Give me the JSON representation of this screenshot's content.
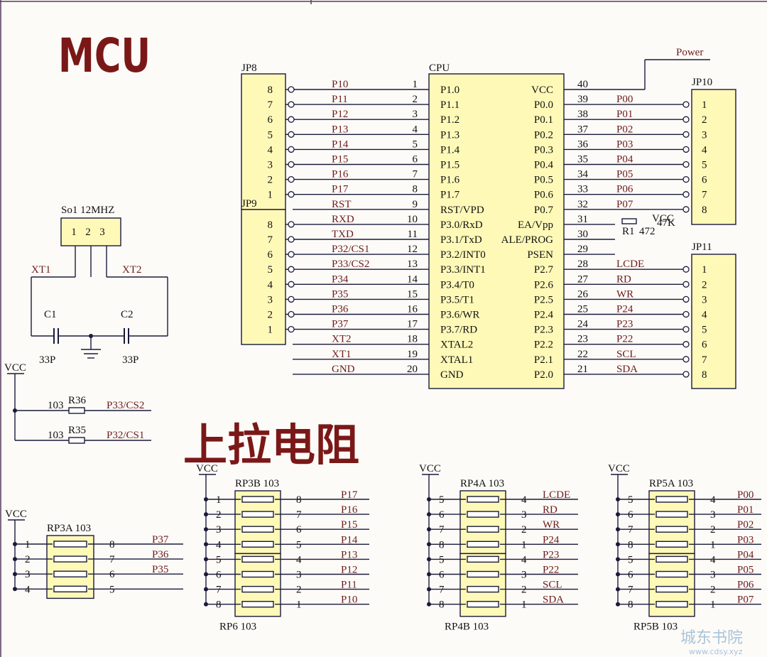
{
  "titles": {
    "mcu": "MCU",
    "pullup": "上拉电阻"
  },
  "cpu": {
    "label": "CPU",
    "left_pins": [
      {
        "num": "1",
        "name": "P1.0",
        "net": "P10"
      },
      {
        "num": "2",
        "name": "P1.1",
        "net": "P11"
      },
      {
        "num": "3",
        "name": "P1.2",
        "net": "P12"
      },
      {
        "num": "4",
        "name": "P1.3",
        "net": "P13"
      },
      {
        "num": "5",
        "name": "P1.4",
        "net": "P14"
      },
      {
        "num": "6",
        "name": "P1.5",
        "net": "P15"
      },
      {
        "num": "7",
        "name": "P1.6",
        "net": "P16"
      },
      {
        "num": "8",
        "name": "P1.7",
        "net": "P17"
      },
      {
        "num": "9",
        "name": "RST/VPD",
        "net": "RST"
      },
      {
        "num": "10",
        "name": "P3.0/RxD",
        "net": "RXD"
      },
      {
        "num": "11",
        "name": "P3.1/TxD",
        "net": "TXD"
      },
      {
        "num": "12",
        "name": "P3.2/INT0",
        "net": "P32/CS1"
      },
      {
        "num": "13",
        "name": "P3.3/INT1",
        "net": "P33/CS2"
      },
      {
        "num": "14",
        "name": "P3.4/T0",
        "net": "P34"
      },
      {
        "num": "15",
        "name": "P3.5/T1",
        "net": "P35"
      },
      {
        "num": "16",
        "name": "P3.6/WR",
        "net": "P36"
      },
      {
        "num": "17",
        "name": "P3.7/RD",
        "net": "P37"
      },
      {
        "num": "18",
        "name": "XTAL2",
        "net": "XT2"
      },
      {
        "num": "19",
        "name": "XTAL1",
        "net": "XT1"
      },
      {
        "num": "20",
        "name": "GND",
        "net": "GND"
      }
    ],
    "right_pins": [
      {
        "num": "40",
        "name": "VCC",
        "net": ""
      },
      {
        "num": "39",
        "name": "P0.0",
        "net": "P00"
      },
      {
        "num": "38",
        "name": "P0.1",
        "net": "P01"
      },
      {
        "num": "37",
        "name": "P0.2",
        "net": "P02"
      },
      {
        "num": "36",
        "name": "P0.3",
        "net": "P03"
      },
      {
        "num": "35",
        "name": "P0.4",
        "net": "P04"
      },
      {
        "num": "34",
        "name": "P0.5",
        "net": "P05"
      },
      {
        "num": "33",
        "name": "P0.6",
        "net": "P06"
      },
      {
        "num": "32",
        "name": "P0.7",
        "net": "P07"
      },
      {
        "num": "31",
        "name": "EA/Vpp",
        "net": ""
      },
      {
        "num": "30",
        "name": "ALE/PROG",
        "net": ""
      },
      {
        "num": "29",
        "name": "PSEN",
        "net": ""
      },
      {
        "num": "28",
        "name": "P2.7",
        "net": "LCDE"
      },
      {
        "num": "27",
        "name": "P2.6",
        "net": "RD"
      },
      {
        "num": "26",
        "name": "P2.5",
        "net": "WR"
      },
      {
        "num": "25",
        "name": "P2.4",
        "net": "P24"
      },
      {
        "num": "24",
        "name": "P2.3",
        "net": "P23"
      },
      {
        "num": "23",
        "name": "P2.2",
        "net": "P22"
      },
      {
        "num": "22",
        "name": "P2.1",
        "net": "SCL"
      },
      {
        "num": "21",
        "name": "P2.0",
        "net": "SDA"
      }
    ]
  },
  "power_label": "Power",
  "r1": {
    "ref": "R1",
    "value": "472",
    "label": "47K",
    "vcc": "VCC"
  },
  "jp8": {
    "label": "JP8",
    "pins": [
      "8",
      "7",
      "6",
      "5",
      "4",
      "3",
      "2",
      "1"
    ]
  },
  "jp9": {
    "label": "JP9",
    "pins": [
      "8",
      "7",
      "6",
      "5",
      "4",
      "3",
      "2",
      "1"
    ]
  },
  "jp10": {
    "label": "JP10",
    "pins": [
      "1",
      "2",
      "3",
      "4",
      "5",
      "6",
      "7",
      "8"
    ]
  },
  "jp11": {
    "label": "JP11",
    "pins": [
      "1",
      "2",
      "3",
      "4",
      "5",
      "6",
      "7",
      "8"
    ]
  },
  "crystal": {
    "ref": "So1",
    "value": "12MHZ",
    "pins": [
      "1",
      "2",
      "3"
    ],
    "xt1": "XT1",
    "xt2": "XT2",
    "c1": "C1",
    "c2": "C2",
    "c1v": "33P",
    "c2v": "33P"
  },
  "vcc": "VCC",
  "r36": {
    "ref": "R36",
    "value": "103",
    "net": "P33/CS2"
  },
  "r35": {
    "ref": "R35",
    "value": "103",
    "net": "P32/CS1"
  },
  "rp3": {
    "ref": "RP3A",
    "value": "103",
    "left": [
      "1",
      "2",
      "3",
      "4"
    ],
    "right": [
      "8",
      "7",
      "6",
      "5"
    ],
    "nets": [
      "P37",
      "P36",
      "P35",
      ""
    ]
  },
  "rp6": {
    "top": "RP3B",
    "topv": "103",
    "bottom": "RP6",
    "bottomv": "103",
    "left": [
      "1",
      "2",
      "3",
      "4",
      "5",
      "6",
      "7",
      "8"
    ],
    "right": [
      "8",
      "7",
      "6",
      "5",
      "4",
      "3",
      "2",
      "1"
    ],
    "nets": [
      "P17",
      "P16",
      "P15",
      "P14",
      "P13",
      "P12",
      "P11",
      "P10"
    ]
  },
  "rp4": {
    "top": "RP4A",
    "topv": "103",
    "bottom": "RP4B",
    "bottomv": "103",
    "left": [
      "5",
      "6",
      "7",
      "8",
      "5",
      "6",
      "7",
      "8"
    ],
    "right": [
      "4",
      "3",
      "2",
      "1",
      "4",
      "3",
      "2",
      "1"
    ],
    "nets": [
      "LCDE",
      "RD",
      "WR",
      "P24",
      "P23",
      "P22",
      "SCL",
      "SDA"
    ]
  },
  "rp5": {
    "top": "RP5A",
    "topv": "103",
    "bottom": "RP5B",
    "bottomv": "103",
    "left": [
      "5",
      "6",
      "7",
      "8",
      "5",
      "6",
      "7",
      "8"
    ],
    "right": [
      "4",
      "3",
      "2",
      "1",
      "4",
      "3",
      "2",
      "1"
    ],
    "nets": [
      "P00",
      "P01",
      "P02",
      "P03",
      "P04",
      "P05",
      "P06",
      "P07"
    ]
  },
  "watermark": {
    "cn": "城东书院",
    "url": "www.cdsy.xyz"
  },
  "colors": {
    "wire": "#1a1a3a",
    "body": "#fff9b8",
    "net": "#6b1b1b",
    "title": "#7a1818"
  }
}
